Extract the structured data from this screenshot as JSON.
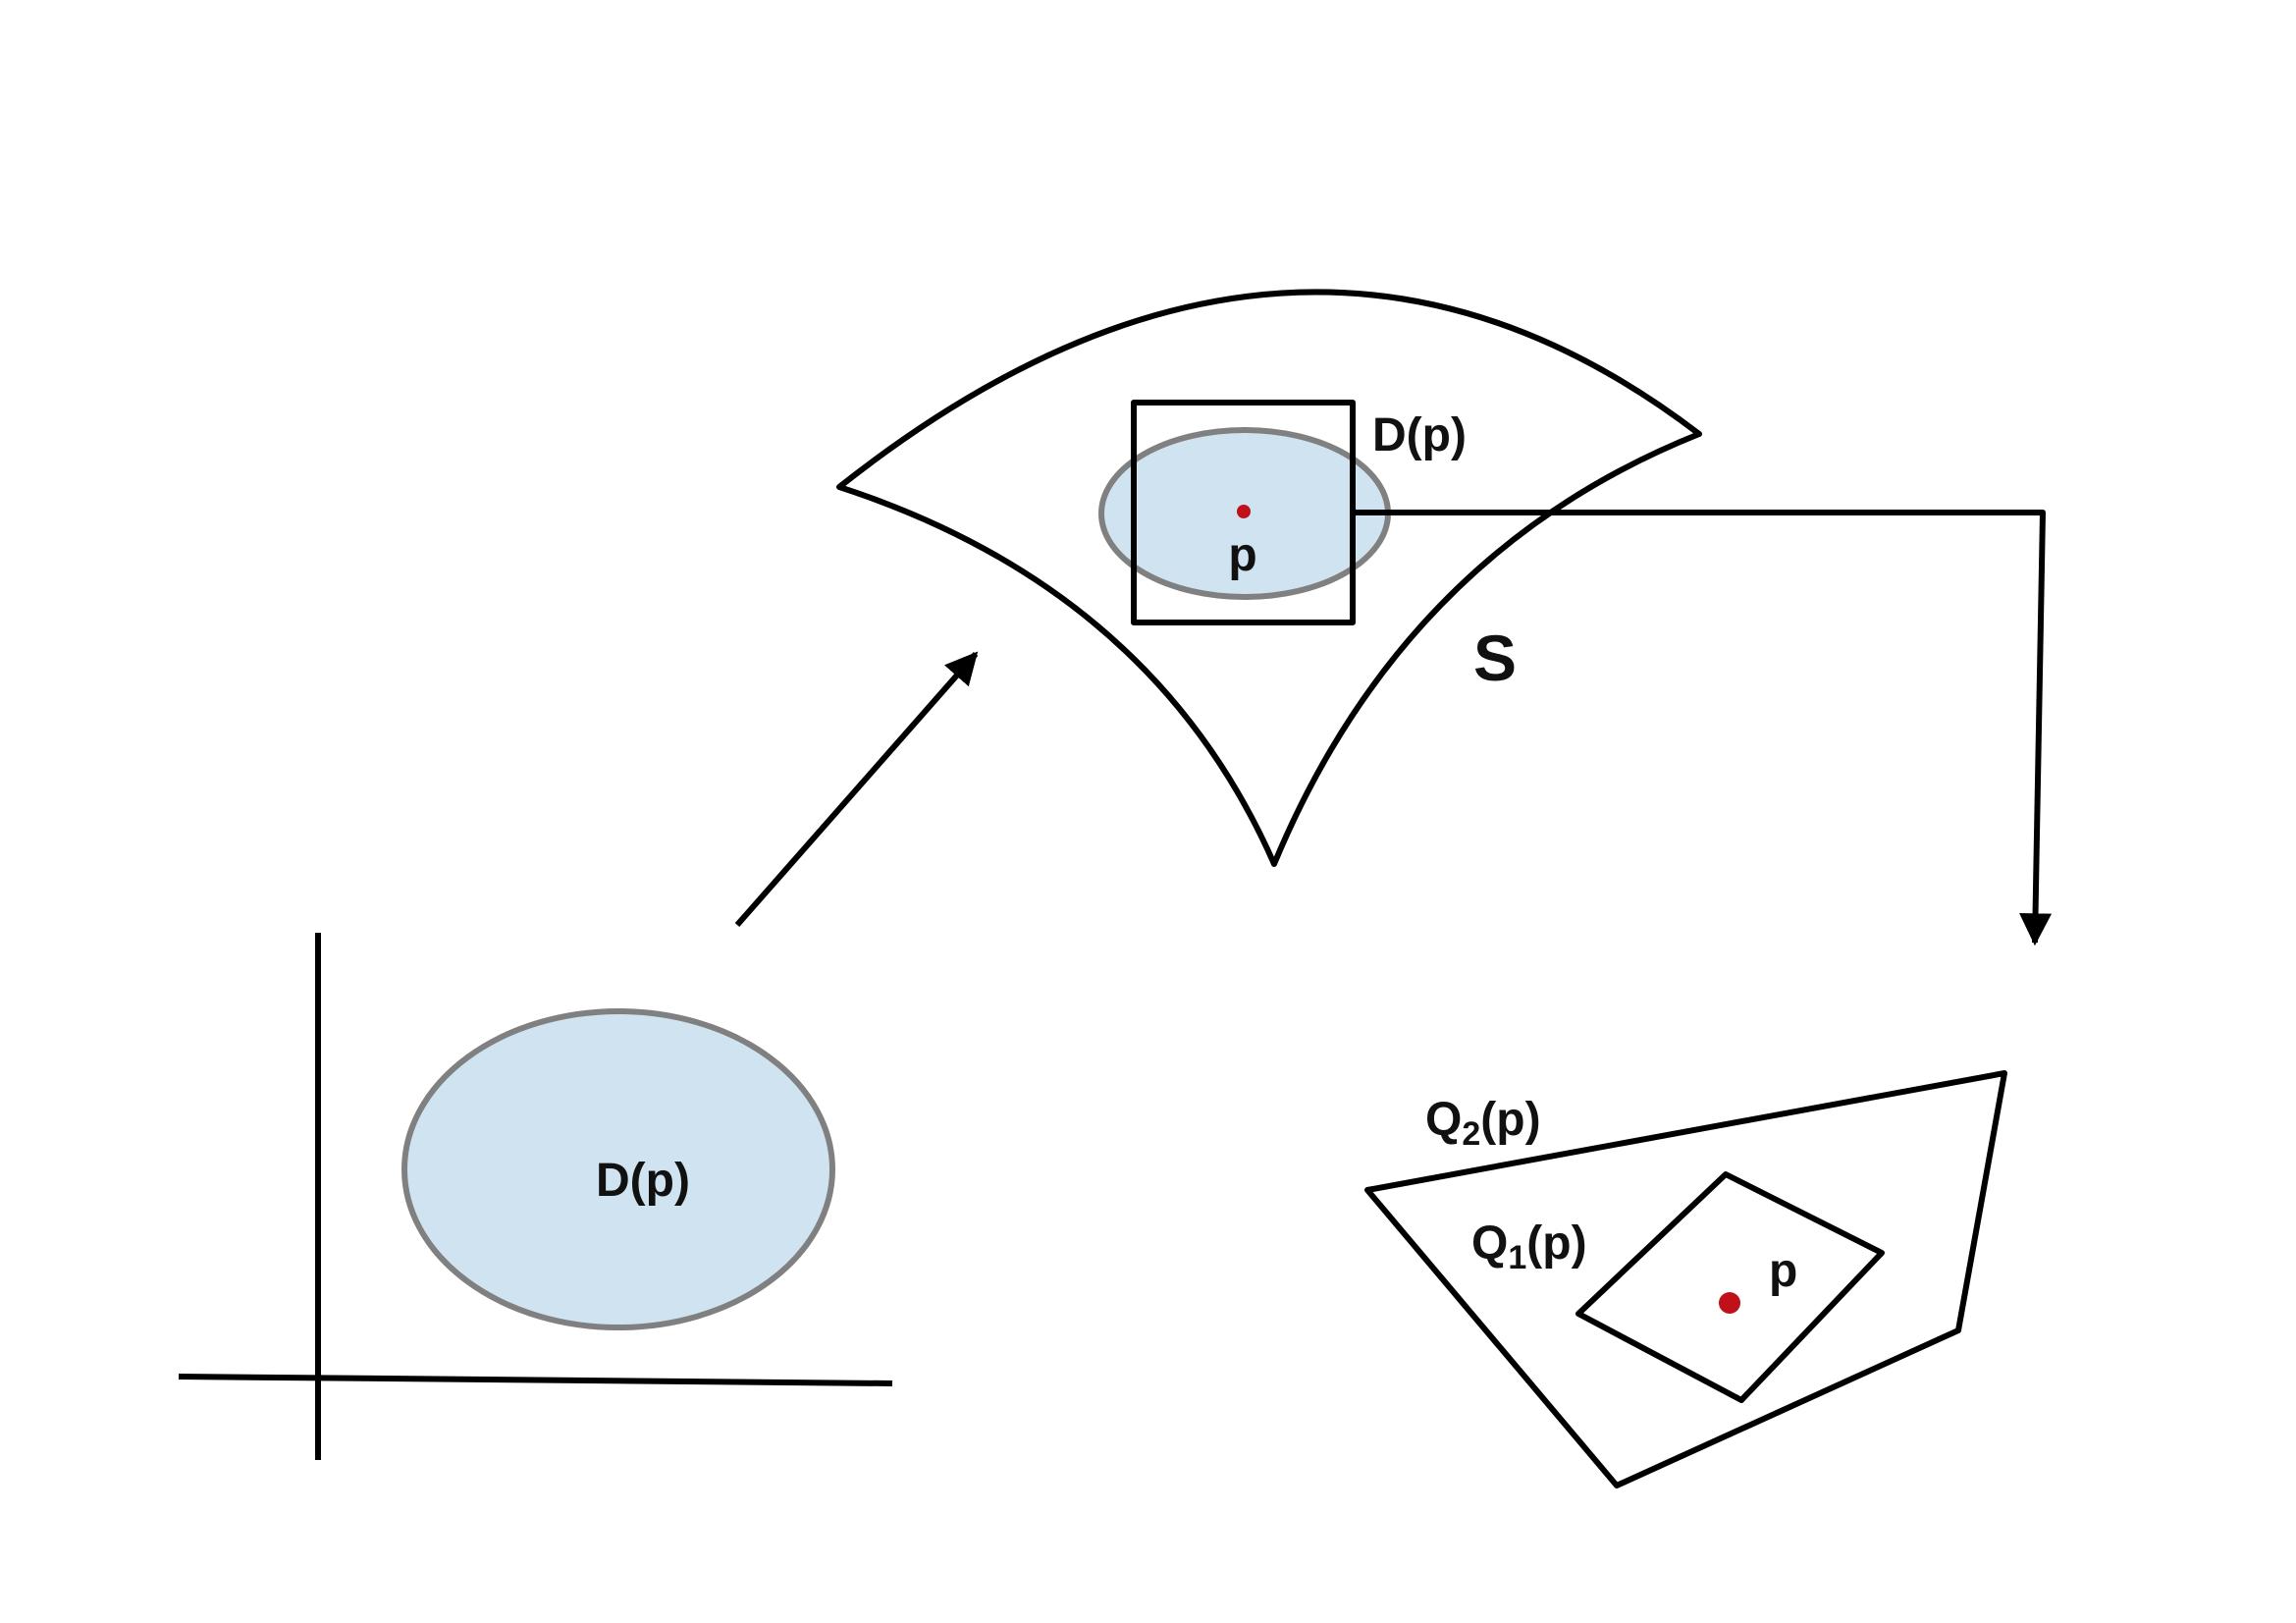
{
  "labels": {
    "domain_region": "D(p)",
    "surface_region": "D(p)",
    "surface_point": "p",
    "surface": "S",
    "q2_base": "Q",
    "q2_sub": "2",
    "q2_arg": "(p)",
    "q1_base": "Q",
    "q1_sub": "1",
    "q1_arg": "(p)",
    "quad_point": "p"
  },
  "colors": {
    "region_fill": "#cfe3f1",
    "region_stroke": "#808080",
    "point": "#c0111a",
    "line": "#000000"
  }
}
